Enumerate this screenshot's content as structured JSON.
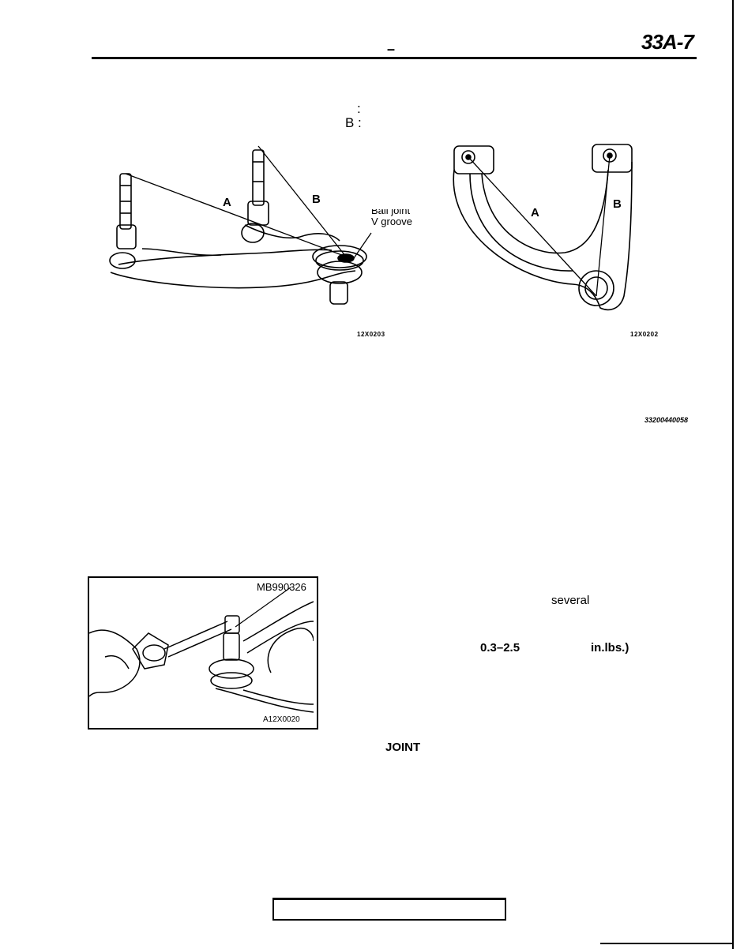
{
  "header": {
    "page_number": "33A-7",
    "dash": "–"
  },
  "legend": {
    "line1": ":",
    "line2": "B :"
  },
  "figure_left": {
    "label_a": "A",
    "label_b": "B",
    "callout_line1": "Ball joint",
    "callout_line2": "V groove",
    "code": "12X0203"
  },
  "figure_right": {
    "label_a": "A",
    "label_b": "B",
    "code": "12X0202"
  },
  "document_code": "33200440058",
  "photo": {
    "tool_label": "MB990326",
    "code": "A12X0020"
  },
  "body": {
    "word_several": "several",
    "torque_value": "0.3–2.5",
    "torque_unit": "in.lbs.)",
    "section_word": "JOINT"
  }
}
